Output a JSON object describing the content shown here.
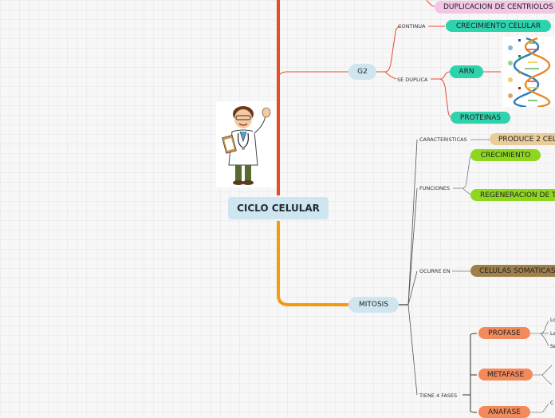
{
  "root": {
    "label": "CICLO CELULAR"
  },
  "g2": {
    "label": "G2",
    "continua": "CONTINUA",
    "se_duplica": "SE DUPLICA",
    "crecimiento_celular": "CRECIMIENTO CELULAR",
    "arn": "ARN",
    "proteinas": "PROTEINAS"
  },
  "top": {
    "duplicacion": "DUPLICACION DE CENTRIOLOS"
  },
  "mitosis": {
    "label": "MITOSIS",
    "caracteristicas": "CARACTERISTICAS",
    "produce": "PRODUCE 2 CEL",
    "funciones": "FUNCIONES",
    "crecimiento": "CRECIMIENTO",
    "regeneracion": "REGENERACION DE T",
    "ocurre_en": "OCURRE EN",
    "celulas": "CELULAS SOMATICAS",
    "tiene_fases": "TIENE 4 FASES",
    "profase": "PROFASE",
    "metafase": "METAFASE",
    "anafase": "ANAFASE",
    "profase_items": [
      "Lo",
      "La",
      "Se"
    ],
    "anafase_items": [
      "C"
    ]
  },
  "colors": {
    "red": "#e84b2c",
    "orange": "#f39c12",
    "blue_node": "#cfe6f1",
    "teal": "#2ed3ad",
    "pink": "#f3c6e6",
    "lime": "#8fd61f",
    "tan": "#e8cc9a",
    "brown": "#a0804a",
    "salmon": "#f28a5c"
  }
}
